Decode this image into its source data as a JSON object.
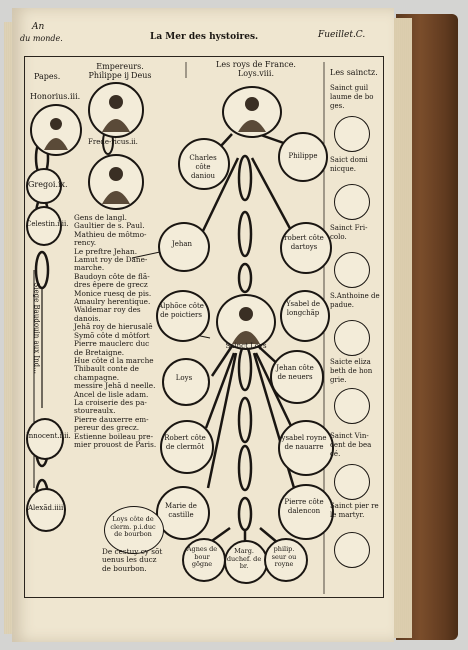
{
  "header": {
    "left_line1": "An",
    "left_line2": "du monde.",
    "center": "La Mer des hystoires.",
    "right": "Fueillet.C."
  },
  "columns": {
    "popes": "Papes.",
    "emperors": "Empereurs.\nPhilippe ĳ Deus",
    "kings": "Les roys de France.\nLoys.viii.",
    "saints": "Les sainctz."
  },
  "left_labels": {
    "honorius": "Honorius.iii.",
    "frederic": "Frede-ricus.ii.",
    "gregoire": "Gregoi.ix.",
    "celestin": "Celestin.iiii.",
    "innocent": "Innocent.iiii.",
    "alexandre": "Alexãd.iiii.",
    "vertical": "Siege Baudouin aux Ind..."
  },
  "emperor_names": {
    "philippe": "Philippe ĳ Deus",
    "frederic": "Frede-ricus.ii."
  },
  "kings": {
    "charles": "Charles côte daniou",
    "philippe": "Philippe",
    "jehan": "Jehan",
    "robert_artois": "robert côte dartoys",
    "alphonse": "Alphõce côte de poictiers",
    "ysabel": "Ysabel de longchãp",
    "saint_loys": "Sainct Loys",
    "loys": "Loys",
    "jehan_nevers": "Jehan côte de neuers",
    "robert_clermont": "Robert côte de clermõt",
    "ysabel_navarre": "ysabel royne de nauarre",
    "marie": "Marie de castille",
    "pierre": "Pierre côte dalencon",
    "loys_clermont": "Loys côte de clerm. p.i.duc de bourbon",
    "agnes": "Agnes de bour gõgne",
    "marg": "Marg. duchef. de br.",
    "philip": "philip. seur ou royne"
  },
  "middle_text": "Gens de langl.\nGaultier de s. Paul.\nMathieu de môtmo-\nrency.\nLe preftre Jehan.\nLamut roy de Dane-\nmarche.\nBaudoyn côte de flã-\ndres êpere de grecz\nMonice ruesq de pis.\nAmaulry herentique.\nWaldemar roy des\ndanois.\nJehã roy de hierusalê\nSymõ côte d môtfort\nPierre mauclerc duc\nde Bretaigne.\nHue côte d la marche\nThibault conte de\nchampagne.\nmessire Jehã d neelle.\nAncel de lisle adam.\nLa croiserie des pa-\nstoureaulx.\nPierre dauxerre em-\npereur des grecz.\nEstienne boileau pre-\nmier prouost de Paris.",
  "bottom_text": "De cestuy cy sõt\nuenus les ducz\nde bourbon.",
  "saints": [
    "Sainct guil laume de bo ges.",
    "Saict domi nicque.",
    "Sainct Fri- colo.",
    "S.Anthoine de padue.",
    "Saicte eliza beth de hon grie.",
    "Sainct Vin- cent de bea cé.",
    "Sainct pier re le martyr."
  ]
}
